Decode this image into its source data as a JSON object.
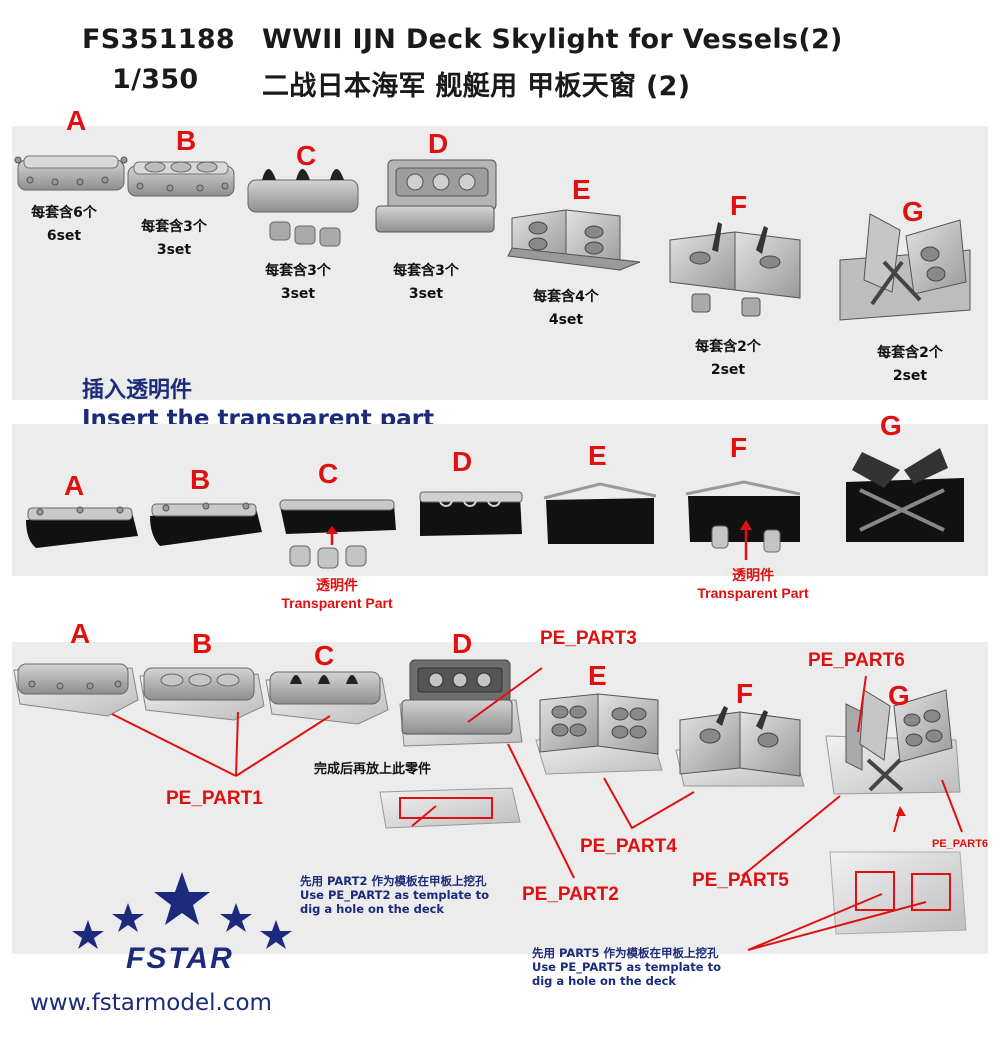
{
  "header": {
    "code": "FS351188",
    "title_en": "WWII IJN Deck Skylight for Vessels(2)",
    "scale": "1/350",
    "title_cn": "二战日本海军 舰艇用 甲板天窗 (2)"
  },
  "parts": [
    {
      "letter": "A",
      "count_cn": "每套含6个",
      "count_en": "6set"
    },
    {
      "letter": "B",
      "count_cn": "每套含3个",
      "count_en": "3set"
    },
    {
      "letter": "C",
      "count_cn": "每套含3个",
      "count_en": "3set"
    },
    {
      "letter": "D",
      "count_cn": "每套含3个",
      "count_en": "3set"
    },
    {
      "letter": "E",
      "count_cn": "每套含4个",
      "count_en": "4set"
    },
    {
      "letter": "F",
      "count_cn": "每套含2个",
      "count_en": "2set"
    },
    {
      "letter": "G",
      "count_cn": "每套含2个",
      "count_en": "2set"
    }
  ],
  "insert_section": {
    "heading_cn": "插入透明件",
    "heading_en": "Insert the transparent part",
    "transparent_cn": "透明件",
    "transparent_en": "Transparent Part"
  },
  "assembly": {
    "pe_part1": "PE_PART1",
    "pe_part2": "PE_PART2",
    "pe_part3": "PE_PART3",
    "pe_part4": "PE_PART4",
    "pe_part5": "PE_PART5",
    "pe_part6": "PE_PART6",
    "pe_part6_small": "PE_PART6",
    "after_note_cn": "完成后再放上此零件",
    "note2_cn": "先用 PART2 作为模板在甲板上挖孔",
    "note2_en_1": "Use PE_PART2 as template to",
    "note2_en_2": "dig a hole on the deck",
    "note5_cn": "先用 PART5 作为模板在甲板上挖孔",
    "note5_en_1": "Use PE_PART5 as template to",
    "note5_en_2": "dig a hole on the deck"
  },
  "brand": {
    "logo": "FSTAR",
    "website": "www.fstarmodel.com"
  },
  "colors": {
    "accent_red": "#e01010",
    "navy": "#1b2a7a",
    "panel": "#ececec",
    "part_gray": "#b7b7b7"
  }
}
